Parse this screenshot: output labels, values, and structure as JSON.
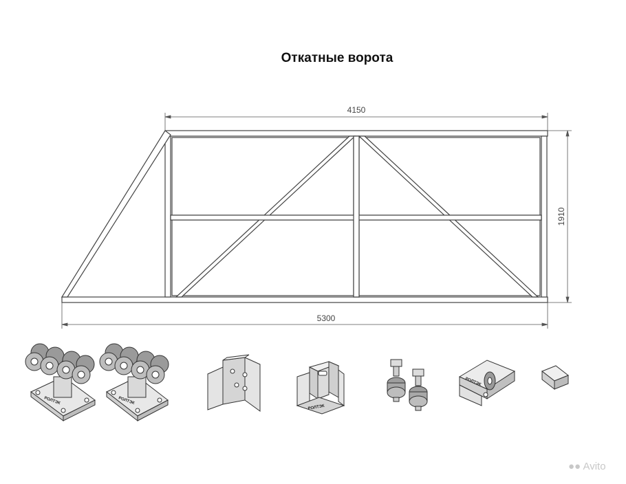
{
  "diagram": {
    "title": "Откатные ворота",
    "dimensions": {
      "top_width": "4150",
      "bottom_width": "5300",
      "height": "1910"
    }
  },
  "parts": {
    "brand": "РОЛТЭК"
  },
  "watermark": {
    "text": "Avito"
  }
}
